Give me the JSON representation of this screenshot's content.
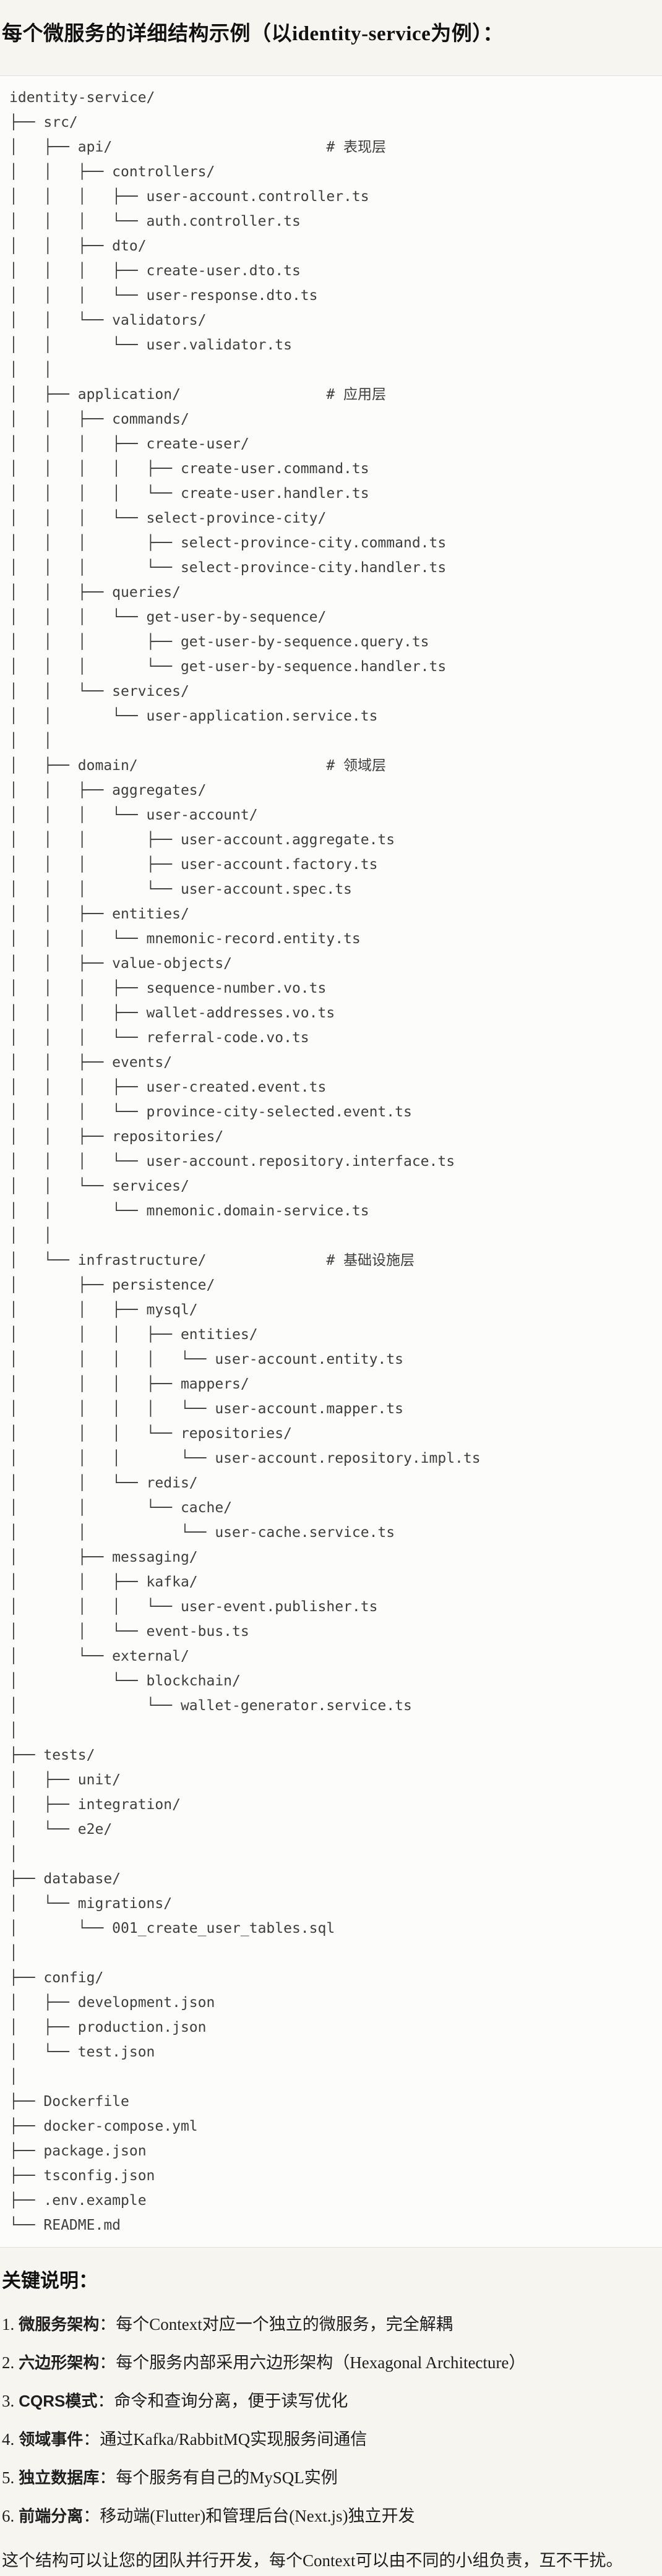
{
  "page": {
    "title": "每个微服务的详细结构示例（以identity-service为例）：",
    "colors": {
      "page_bg": "#f7f5f0",
      "code_bg": "#fcfcfa",
      "code_border": "#e2e0da",
      "code_text": "#3e3e3e",
      "body_text": "#1e1e1e"
    }
  },
  "tree": {
    "lines": [
      "identity-service/",
      "├── src/",
      "│   ├── api/                         # 表现层",
      "│   │   ├── controllers/",
      "│   │   │   ├── user-account.controller.ts",
      "│   │   │   └── auth.controller.ts",
      "│   │   ├── dto/",
      "│   │   │   ├── create-user.dto.ts",
      "│   │   │   └── user-response.dto.ts",
      "│   │   └── validators/",
      "│   │       └── user.validator.ts",
      "│   │",
      "│   ├── application/                 # 应用层",
      "│   │   ├── commands/",
      "│   │   │   ├── create-user/",
      "│   │   │   │   ├── create-user.command.ts",
      "│   │   │   │   └── create-user.handler.ts",
      "│   │   │   └── select-province-city/",
      "│   │   │       ├── select-province-city.command.ts",
      "│   │   │       └── select-province-city.handler.ts",
      "│   │   ├── queries/",
      "│   │   │   └── get-user-by-sequence/",
      "│   │   │       ├── get-user-by-sequence.query.ts",
      "│   │   │       └── get-user-by-sequence.handler.ts",
      "│   │   └── services/",
      "│   │       └── user-application.service.ts",
      "│   │",
      "│   ├── domain/                      # 领域层",
      "│   │   ├── aggregates/",
      "│   │   │   └── user-account/",
      "│   │   │       ├── user-account.aggregate.ts",
      "│   │   │       ├── user-account.factory.ts",
      "│   │   │       └── user-account.spec.ts",
      "│   │   ├── entities/",
      "│   │   │   └── mnemonic-record.entity.ts",
      "│   │   ├── value-objects/",
      "│   │   │   ├── sequence-number.vo.ts",
      "│   │   │   ├── wallet-addresses.vo.ts",
      "│   │   │   └── referral-code.vo.ts",
      "│   │   ├── events/",
      "│   │   │   ├── user-created.event.ts",
      "│   │   │   └── province-city-selected.event.ts",
      "│   │   ├── repositories/",
      "│   │   │   └── user-account.repository.interface.ts",
      "│   │   └── services/",
      "│   │       └── mnemonic.domain-service.ts",
      "│   │",
      "│   └── infrastructure/              # 基础设施层",
      "│       ├── persistence/",
      "│       │   ├── mysql/",
      "│       │   │   ├── entities/",
      "│       │   │   │   └── user-account.entity.ts",
      "│       │   │   ├── mappers/",
      "│       │   │   │   └── user-account.mapper.ts",
      "│       │   │   └── repositories/",
      "│       │   │       └── user-account.repository.impl.ts",
      "│       │   └── redis/",
      "│       │       └── cache/",
      "│       │           └── user-cache.service.ts",
      "│       ├── messaging/",
      "│       │   ├── kafka/",
      "│       │   │   └── user-event.publisher.ts",
      "│       │   └── event-bus.ts",
      "│       └── external/",
      "│           └── blockchain/",
      "│               └── wallet-generator.service.ts",
      "│",
      "├── tests/",
      "│   ├── unit/",
      "│   ├── integration/",
      "│   └── e2e/",
      "│",
      "├── database/",
      "│   └── migrations/",
      "│       └── 001_create_user_tables.sql",
      "│",
      "├── config/",
      "│   ├── development.json",
      "│   ├── production.json",
      "│   └── test.json",
      "│",
      "├── Dockerfile",
      "├── docker-compose.yml",
      "├── package.json",
      "├── tsconfig.json",
      "├── .env.example",
      "└── README.md"
    ]
  },
  "notes": {
    "heading": "关键说明：",
    "items": [
      {
        "num": "1.",
        "term": "微服务架构",
        "rest": "：每个Context对应一个独立的微服务，完全解耦"
      },
      {
        "num": "2.",
        "term": "六边形架构",
        "rest": "：每个服务内部采用六边形架构（Hexagonal Architecture）"
      },
      {
        "num": "3.",
        "term": "CQRS模式",
        "rest": "：命令和查询分离，便于读写优化"
      },
      {
        "num": "4.",
        "term": "领域事件",
        "rest": "：通过Kafka/RabbitMQ实现服务间通信"
      },
      {
        "num": "5.",
        "term": "独立数据库",
        "rest": "：每个服务有自己的MySQL实例"
      },
      {
        "num": "6.",
        "term": "前端分离",
        "rest": "：移动端(Flutter)和管理后台(Next.js)独立开发"
      }
    ],
    "footer": "这个结构可以让您的团队并行开发，每个Context可以由不同的小组负责，互不干扰。"
  }
}
